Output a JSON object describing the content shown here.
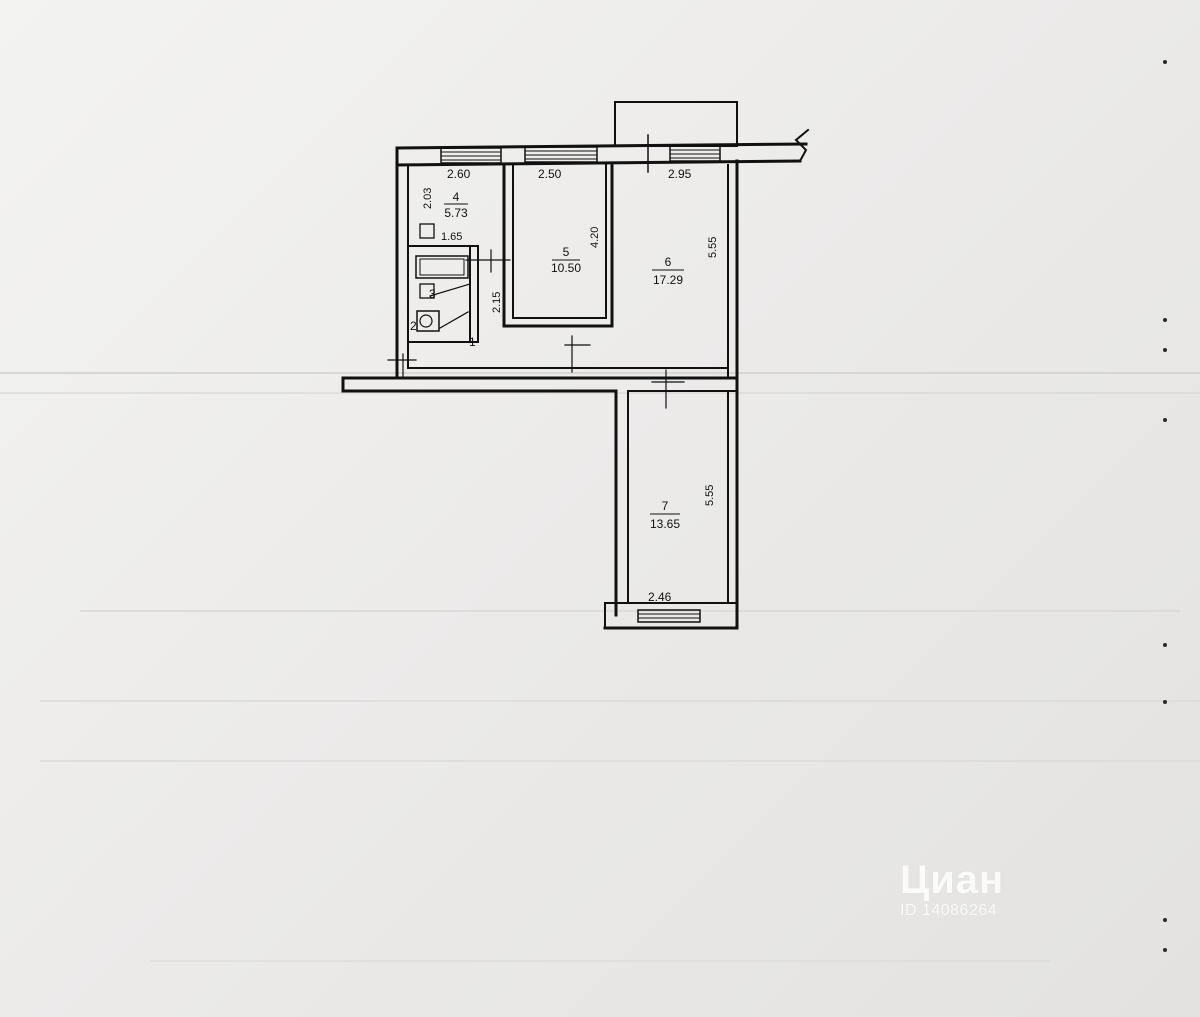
{
  "plan": {
    "rooms": [
      {
        "id": "1",
        "number": "1",
        "area": ""
      },
      {
        "id": "2",
        "number": "2",
        "area": ""
      },
      {
        "id": "3",
        "number": "3",
        "area": ""
      },
      {
        "id": "4",
        "number": "4",
        "area": "5.73"
      },
      {
        "id": "5",
        "number": "5",
        "area": "10.50"
      },
      {
        "id": "6",
        "number": "6",
        "area": "17.29"
      },
      {
        "id": "7",
        "number": "7",
        "area": "13.65"
      }
    ],
    "dimensions": {
      "kitchen_width": "2.60",
      "room5_width": "2.50",
      "room6_width": "2.95",
      "kitchen_depth": "2.03",
      "kitchen_small": "1.65",
      "room5_depth": "4.20",
      "room6_depth": "5.55",
      "bath_depth": "2.15",
      "room7_depth": "5.55",
      "room7_width": "2.46"
    }
  },
  "watermark": {
    "brand": "Циан",
    "id": "ID 14086264"
  },
  "colors": {
    "ink": "#111111",
    "paper": "#efefed"
  }
}
